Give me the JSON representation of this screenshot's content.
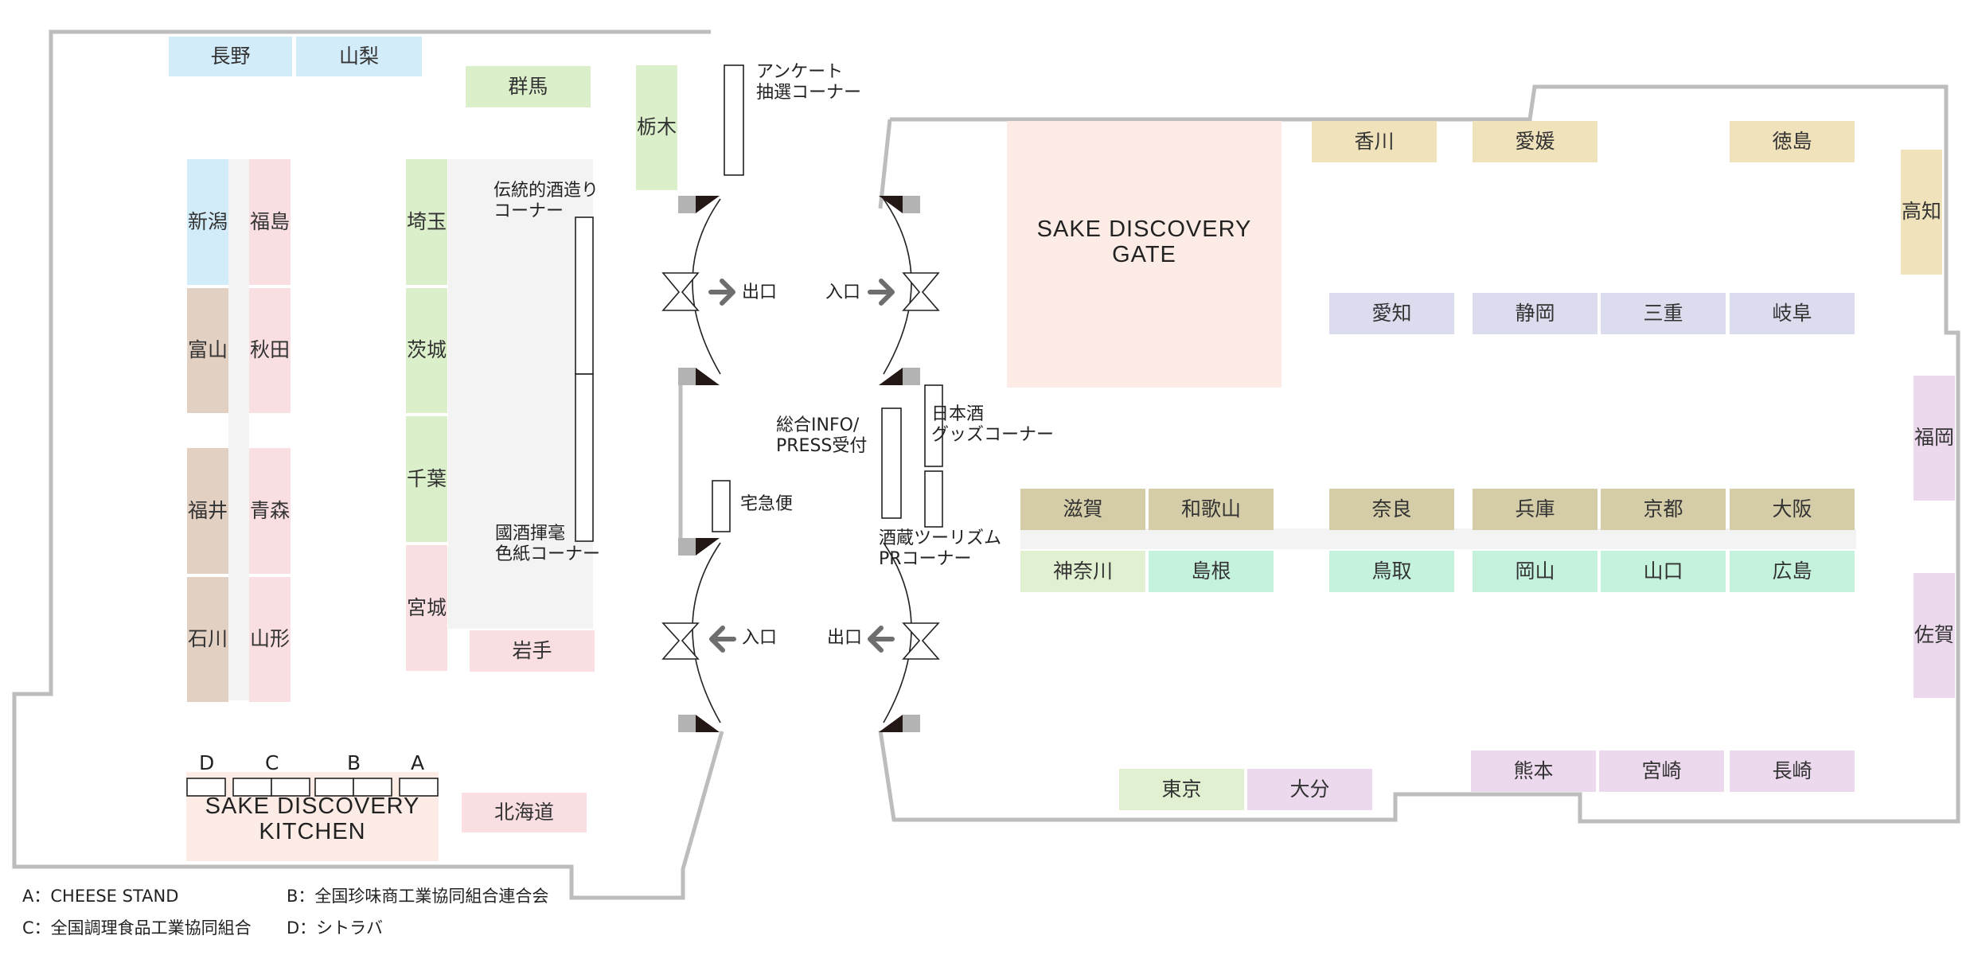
{
  "booths": {
    "nagano": "長野",
    "yamanashi": "山梨",
    "gunma": "群馬",
    "tochigi": "栃木",
    "niigata": "新潟",
    "fukushima": "福島",
    "toyama": "富山",
    "akita": "秋田",
    "fukui": "福井",
    "aomori": "青森",
    "ishikawa": "石川",
    "yamagata": "山形",
    "saitama": "埼玉",
    "ibaraki": "茨城",
    "chiba": "千葉",
    "miyagi": "宮城",
    "iwate": "岩手",
    "hokkaido": "北海道",
    "kagawa": "香川",
    "ehime": "愛媛",
    "tokushima": "徳島",
    "kochi": "高知",
    "aichi": "愛知",
    "shizuoka": "静岡",
    "mie": "三重",
    "gifu": "岐阜",
    "fukuoka": "福岡",
    "saga": "佐賀",
    "shiga": "滋賀",
    "wakayama": "和歌山",
    "nara": "奈良",
    "hyogo": "兵庫",
    "kyoto": "京都",
    "osaka": "大阪",
    "kanagawa": "神奈川",
    "shimane": "島根",
    "tottori": "鳥取",
    "okayama": "岡山",
    "yamaguchi": "山口",
    "hiroshima": "広島",
    "kumamoto": "熊本",
    "miyazaki": "宮崎",
    "nagasaki": "長崎",
    "tokyo": "東京",
    "oita": "大分"
  },
  "areas": {
    "survey_corner": "アンケート\n抽選コーナー",
    "traditional_corner": "伝統的酒造り\nコーナー",
    "calligraphy_corner": "國酒揮毫\n色紙コーナー",
    "delivery": "宅急便",
    "info_press": "総合INFO/\nPRESS受付",
    "goods_corner": "日本酒\nグッズコーナー",
    "tourism_corner": "酒蔵ツーリズム\nPRコーナー",
    "gate": "SAKE DISCOVERY\nGATE",
    "kitchen": "SAKE DISCOVERY\nKITCHEN"
  },
  "doors": {
    "exit_left": "出口",
    "entrance_left": "入口",
    "entrance_right": "入口",
    "exit_right": "出口"
  },
  "kitchen_stalls": {
    "d": "D",
    "c": "C",
    "b": "B",
    "a": "A"
  },
  "legend": {
    "a": "A：CHEESE STAND",
    "b": "B：全国珍味商工業協同組合連合会",
    "c": "C：全国調理食品工業協同組合",
    "d": "D：シトラバ"
  },
  "colors": {
    "wall": "#bdbdbd",
    "aisle": "#f3f3f3",
    "door_dark": "#231815",
    "door_grey": "#b3b3b3",
    "arrow": "#6e6e6e"
  }
}
